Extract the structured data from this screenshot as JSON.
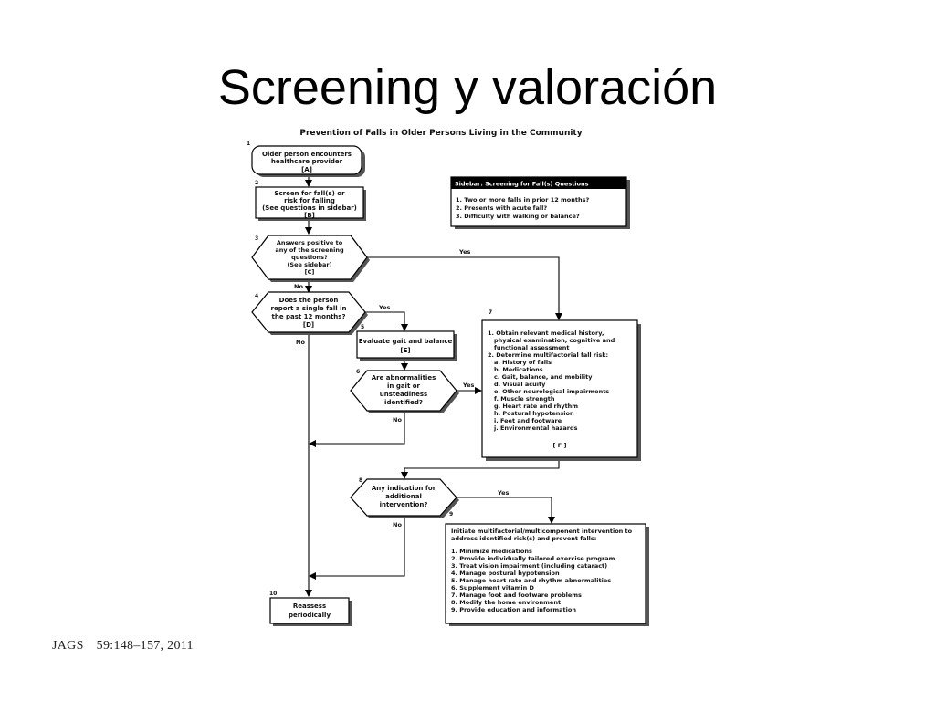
{
  "slide": {
    "title": "Screening y valoración",
    "citation_journal": "JAGS",
    "citation_ref": "59:148–157, 2011"
  },
  "flowchart": {
    "title": "Prevention of Falls in Older Persons Living in the Community",
    "step_numbers": [
      "1",
      "2",
      "3",
      "4",
      "5",
      "6",
      "7",
      "8",
      "9",
      "10"
    ],
    "box1": [
      "Older person encounters",
      "healthcare provider",
      "[A]"
    ],
    "box2": [
      "Screen for fall(s) or",
      "risk for falling",
      "(See questions in sidebar)",
      "[B]"
    ],
    "box3": [
      "Answers positive to",
      "any of the screening",
      "questions?",
      "(See sidebar)",
      "[C]"
    ],
    "box4": [
      "Does the person",
      "report a single fall in",
      "the past 12 months?",
      "[D]"
    ],
    "box5": [
      "Evaluate gait and balance",
      "[E]"
    ],
    "box6": [
      "Are abnormalities",
      "in gait or",
      "unsteadiness",
      "identified?"
    ],
    "box7": [
      "1. Obtain relevant medical history,",
      "physical examination, cognitive and",
      "functional assessment",
      "2. Determine multifactorial fall risk:",
      "a. History of falls",
      "b. Medications",
      "c. Gait, balance, and mobility",
      "d. Visual acuity",
      "e. Other neurological impairments",
      "f. Muscle strength",
      "g. Heart rate and rhythm",
      "h. Postural hypotension",
      "i. Feet and footware",
      "j. Environmental hazards",
      "[ F ]"
    ],
    "box8": [
      "Any indication for",
      "additional",
      "intervention?"
    ],
    "box9": [
      "Initiate multifactorial/multicomponent intervention to",
      "address identified risk(s) and prevent falls:",
      "1. Minimize medications",
      "2. Provide individually tailored exercise program",
      "3. Treat vision impairment (including cataract)",
      "4. Manage postural hypotension",
      "5. Manage heart rate and rhythm abnormalities",
      "6. Supplement vitamin D",
      "7. Manage foot and footware problems",
      "8. Modify the home environment",
      "9. Provide education and information"
    ],
    "box10": [
      "Reassess",
      "periodically"
    ],
    "sidebar": {
      "header": "Sidebar: Screening for Fall(s) Questions",
      "items": [
        "1. Two or more falls in prior 12 months?",
        "2. Presents with acute fall?",
        "3. Difficulty with walking or balance?"
      ]
    },
    "labels": {
      "yes": "Yes",
      "no": "No"
    }
  }
}
